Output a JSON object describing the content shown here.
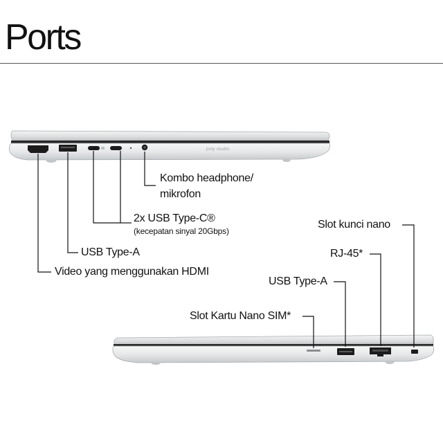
{
  "page": {
    "title": "Ports"
  },
  "left_side": {
    "brand_text": "poly studio",
    "callouts": {
      "headphone_line1": "Kombo headphone/",
      "headphone_line2": "mikrofon",
      "usbc": "2x USB Type-C®",
      "usbc_note": "(kecepatan sinyal 20Gbps)",
      "usba": "USB Type-A",
      "hdmi": "Video yang menggunakan HDMI"
    }
  },
  "right_side": {
    "callouts": {
      "lock": "Slot kunci nano",
      "rj45": "RJ-45*",
      "usba": "USB Type-A",
      "sim": "Slot Kartu Nano SIM*"
    }
  },
  "colors": {
    "chassis_light": "#eceded",
    "chassis_mid": "#d6d8d9",
    "chassis_dark": "#b9bcbe",
    "port": "#1c1c1c",
    "line": "#111111"
  }
}
